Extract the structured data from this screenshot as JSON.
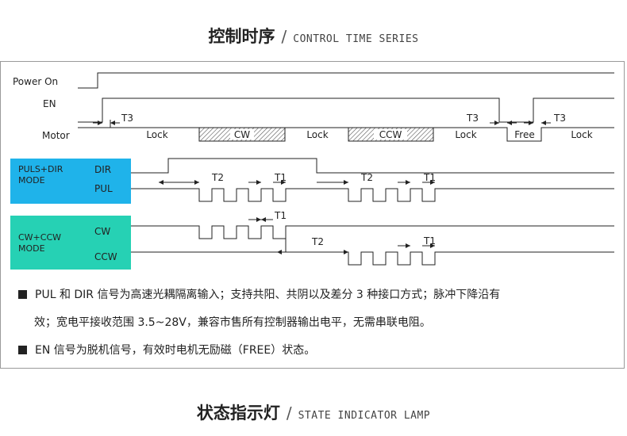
{
  "header": {
    "title_zh": "控制时序",
    "separator": "/",
    "title_en": "CONTROL TIME SERIES"
  },
  "footer": {
    "title_zh": "状态指示灯",
    "separator": "/",
    "title_en": "STATE INDICATOR LAMP"
  },
  "signals": {
    "power_on": "Power On",
    "en": "EN",
    "motor": "Motor"
  },
  "motor_states": {
    "lock": "Lock",
    "cw": "CW",
    "ccw": "CCW",
    "free": "Free"
  },
  "timing_labels": {
    "t1": "T1",
    "t2": "T2",
    "t3": "T3"
  },
  "mode_boxes": {
    "puls_dir_mode": "PULS+DIR\nMODE",
    "dir": "DIR",
    "pul": "PUL",
    "cw_ccw_mode": "CW+CCW\nMODE",
    "cw": "CW",
    "ccw": "CCW"
  },
  "notes": {
    "line1": "PUL 和 DIR 信号为高速光耦隔离输入；支持共阳、共阴以及差分 3 种接口方式；脉冲下降沿有",
    "line2": "效；宽电平接收范围 3.5~28V，兼容市售所有控制器输出电平，无需串联电阻。",
    "line3": "EN 信号为脱机信号，有效时电机无励磁（FREE）状态。"
  },
  "colors": {
    "puls_dir_box": "#1fb3ea",
    "cw_ccw_box": "#26d1b4",
    "line": "#222222",
    "hatch": "#555555"
  },
  "icons": {
    "bullet": "black-square-bullet",
    "arrow": "timing-arrowhead"
  }
}
